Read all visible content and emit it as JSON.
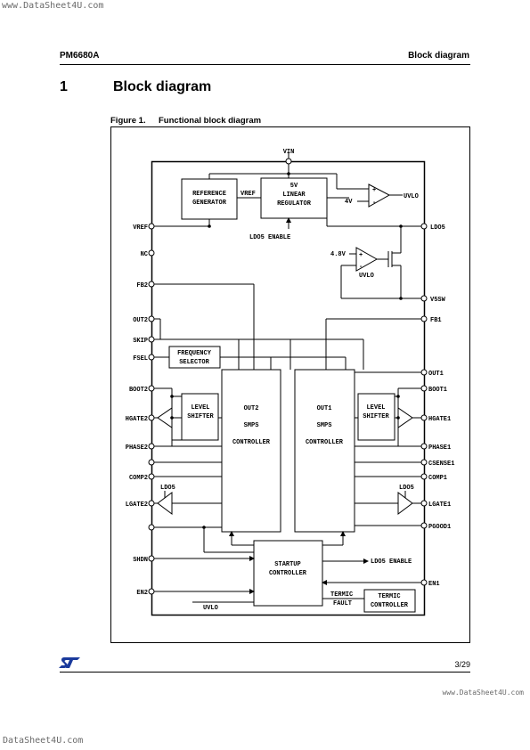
{
  "watermark_top": "www.DataSheet4U.com",
  "watermark_bottom_right": "www.DataSheet4U.com",
  "watermark_bottom_left": "DataSheet4U.com",
  "header": {
    "part_number": "PM6680A",
    "section_title": "Block diagram"
  },
  "section": {
    "number": "1",
    "title": "Block diagram"
  },
  "figure": {
    "label": "Figure 1.",
    "caption": "Functional block diagram"
  },
  "footer": {
    "page": "3/29",
    "logo": "ST"
  },
  "diagram": {
    "pins_left": [
      "VREF",
      "NC",
      "FB2",
      "OUT2",
      "SKIP",
      "FSEL",
      "BOOT2",
      "HGATE2",
      "PHASE2",
      "COMP2",
      "LGATE2",
      "SHDN",
      "EN2"
    ],
    "pins_right": [
      "LDO5",
      "V5SW",
      "FB1",
      "OUT1",
      "BOOT1",
      "HGATE1",
      "PHASE1",
      "CSENSE1",
      "COMP1",
      "LGATE1",
      "PGOOD1",
      "EN1"
    ],
    "pin_top": "VIN",
    "blocks": {
      "reference_generator": [
        "REFERENCE",
        "GENERATOR"
      ],
      "linear_regulator": [
        "5V",
        "LINEAR",
        "REGULATOR"
      ],
      "frequency_selector": [
        "FREQUENCY",
        "SELECTOR"
      ],
      "level_shifter_2": [
        "LEVEL",
        "SHIFTER"
      ],
      "level_shifter_1": [
        "LEVEL",
        "SHIFTER"
      ],
      "out2_controller": [
        "OUT2",
        "SMPS",
        "CONTROLLER"
      ],
      "out1_controller": [
        "OUT1",
        "SMPS",
        "CONTROLLER"
      ],
      "startup_controller": [
        "STARTUP",
        "CONTROLLER"
      ],
      "termic_controller": [
        "TERMIC",
        "CONTROLLER"
      ]
    },
    "labels": {
      "vref_internal": "VREF",
      "ldo5_enable_in": "LDO5 ENABLE",
      "ldo5_enable_out": "LDO5 ENABLE",
      "uvlo_comp_ref": "4V",
      "uvlo_out": "UVLO",
      "switch_comp_ref": "4.8V",
      "switch_comp_uvlo": "UVLO",
      "ldo5_driver_2": "LDO5",
      "ldo5_driver_1": "LDO5",
      "uvlo_bottom": "UVLO",
      "termic_fault": [
        "TERMIC",
        "FAULT"
      ],
      "plus": "+",
      "minus": "-"
    }
  }
}
